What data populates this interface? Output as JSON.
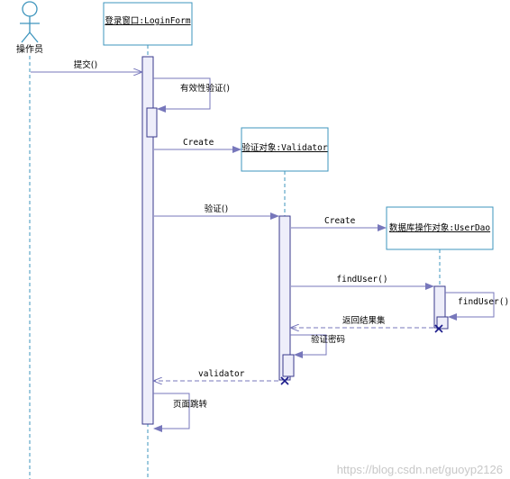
{
  "actor": {
    "name": "操作员"
  },
  "objects": {
    "login": "登录窗口:LoginForm",
    "validator": "验证对象:Validator",
    "dao": "数据库操作对象:UserDao"
  },
  "messages": {
    "submit": "提交()",
    "validity": "有效性验证()",
    "create_validator": "Create",
    "validate": "验证()",
    "create_dao": "Create",
    "find_user": "findUser()",
    "find_user_self": "findUser()",
    "return_result": "返回结果集",
    "verify_password": "验证密码",
    "return_validator": "validator",
    "page_jump": "页面跳转"
  },
  "watermark": "https://blog.csdn.net/guoyp2126",
  "colors": {
    "lifeline": "#3e95bd",
    "box_border": "#3e95bd",
    "activation_fill": "#eeeefa",
    "activation_border": "#3a3a8c",
    "arrow": "#7777bb",
    "destroy": "#1a1a8a"
  }
}
